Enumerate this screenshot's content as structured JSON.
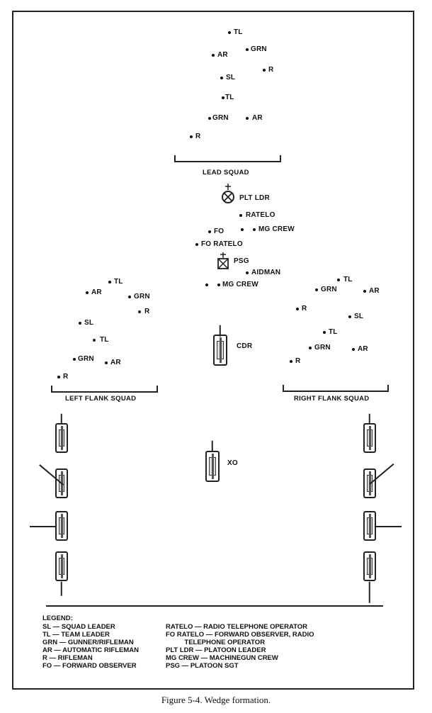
{
  "diagram": {
    "lead_squad": {
      "title": "LEAD SQUAD",
      "members": [
        "TL",
        "GRN",
        "AR",
        "R",
        "SL",
        "TL",
        "GRN",
        "AR",
        "R"
      ]
    },
    "hq": {
      "plt_ldr": "PLT LDR",
      "ratelo": "RATELO",
      "fo": "FO",
      "mg_crew_1": "MG CREW",
      "fo_ratelo": "FO RATELO",
      "psg": "PSG",
      "aidman": "AIDMAN",
      "mg_crew_2": "MG CREW",
      "cdr": "CDR",
      "xo": "XO"
    },
    "left_flank_squad": {
      "title": "LEFT FLANK SQUAD",
      "members": [
        "TL",
        "AR",
        "GRN",
        "R",
        "SL",
        "TL",
        "GRN",
        "AR",
        "R"
      ]
    },
    "right_flank_squad": {
      "title": "RIGHT FLANK SQUAD",
      "members": [
        "TL",
        "GRN",
        "AR",
        "R",
        "SL",
        "TL",
        "GRN",
        "AR",
        "R"
      ]
    }
  },
  "legend": {
    "heading": "LEGEND:",
    "left": [
      "SL — SQUAD LEADER",
      "TL — TEAM LEADER",
      "GRN — GUNNER/RIFLEMAN",
      "AR — AUTOMATIC RIFLEMAN",
      "R — RIFLEMAN",
      "FO — FORWARD OBSERVER"
    ],
    "right": [
      "RATELO — RADIO TELEPHONE OPERATOR",
      "FO RATELO — FORWARD OBSERVER, RADIO",
      "          TELEPHONE OPERATOR",
      "PLT LDR — PLATOON LEADER",
      "MG CREW — MACHINEGUN CREW",
      "PSG — PLATOON SGT"
    ]
  },
  "caption": "Figure 5-4.   Wedge formation."
}
